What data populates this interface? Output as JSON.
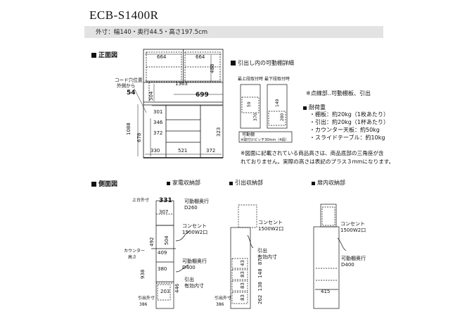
{
  "model": "ECB-S1400R",
  "dimensions": "外寸：幅140・奥行44.5・高さ197.5cm",
  "front": {
    "title": "正面図",
    "cord_note": [
      "コード穴位置",
      "外側から"
    ],
    "cord_value": "54",
    "top_left_width": "664",
    "top_right_width": "664",
    "upper_height": "488",
    "mid_height": "504",
    "total_width": "1363",
    "counter_width": "699",
    "row1": "301",
    "row2": "346",
    "row3": "372",
    "lower_h1": "1088",
    "lower_h2": "678",
    "right_h": "323",
    "w_left": "330",
    "w_mid": "521",
    "w_right": "372"
  },
  "drawer_detail": {
    "title": "引出し内の可動棚詳細",
    "max_label": "最上段取付時",
    "min_label": "最下段取付時",
    "max_vals": [
      "370",
      "59"
    ],
    "min_vals": [
      "280",
      "149"
    ],
    "shelf_label": "可動棚",
    "shelf_pitch": "※取付けピッチ30mm（4段）"
  },
  "notes": {
    "dotted": "※点線部‥可動棚板、引出",
    "load_title": "耐荷重",
    "loads": [
      "・棚板：約20kg（1枚あたり）",
      "・引出：約20kg（1杯あたり）",
      "・カウンター天板：約50kg",
      "・スライドテーブル：約10kg"
    ],
    "disclaimer": [
      "※図面に記載されている商品高さは、商品底部の三角座が含",
      "れておりません。実際の高さは表記のプラス３mmになります。"
    ]
  },
  "side": {
    "title": "側面図",
    "appliance_label": "家電収納部",
    "drawer_label": "引出収納部",
    "cabinet_label": "扉内収納部",
    "top_depth_label": "上台外寸",
    "top_depth": "331",
    "shelf_depth_307": "307",
    "movable_shelf": "可動棚奥行",
    "d260": "D260",
    "outlet": "コンセント",
    "outlet_spec": "1500W2口",
    "h492": "492",
    "h504": "504",
    "counter_height": [
      "カウンター",
      "高さ"
    ],
    "h409": "409",
    "h938": "938",
    "d400": "D400",
    "w380": "380",
    "pull": "引出",
    "effective_inner": "有効内寸",
    "h446": "446",
    "w203": "203",
    "pull_out_label": "引出外寸",
    "pull_out": "386",
    "drawer_vals": [
      "43",
      "83",
      "83",
      "83"
    ],
    "drawer_heights": [
      "262",
      "138",
      "148",
      "87"
    ],
    "w415": "415"
  }
}
